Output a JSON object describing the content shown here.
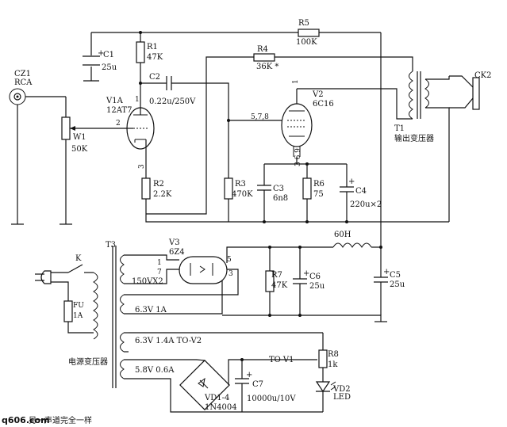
{
  "components": {
    "cz1": {
      "ref": "CZ1",
      "type": "RCA"
    },
    "c1": {
      "ref": "C1",
      "value": "25u",
      "polarity": "+"
    },
    "r1": {
      "ref": "R1",
      "value": "47K"
    },
    "r5": {
      "ref": "R5",
      "value": "100K"
    },
    "r4": {
      "ref": "R4",
      "value": "36K *"
    },
    "c2": {
      "ref": "C2",
      "value": "0.22u/250V"
    },
    "v1a": {
      "ref": "V1A",
      "value": "12AT7",
      "pin_plate": "1",
      "pin_grid": "2",
      "pin_cathode": "3"
    },
    "w1": {
      "ref": "W1",
      "value": "50K"
    },
    "r2": {
      "ref": "R2",
      "value": "2.2K"
    },
    "r3": {
      "ref": "R3",
      "value": "470K"
    },
    "v2": {
      "ref": "V2",
      "value": "6C16",
      "pin_plate": "1",
      "pin_grid": "5,7,8",
      "pin_cathode": "3 6 9"
    },
    "c3": {
      "ref": "C3",
      "value": "6n8"
    },
    "r6": {
      "ref": "R6",
      "value": "75"
    },
    "c4": {
      "ref": "C4",
      "value": "220u×2",
      "polarity": "+"
    },
    "t1": {
      "ref": "T1",
      "desc": "输出变压器"
    },
    "ck2": {
      "ref": "CK2"
    },
    "t3": {
      "ref": "T3",
      "desc": "电源变压器",
      "w_hv": "150VX2",
      "w_fil1": "6.3V 1A",
      "w_fil2": "6.3V 1.4A  TO-V2",
      "w_led": "5.8V 0.6A"
    },
    "k": {
      "ref": "K"
    },
    "fu": {
      "ref": "FU",
      "value": "1A"
    },
    "v3": {
      "ref": "V3",
      "value": "6Z4",
      "pin_a": "1",
      "pin_b": "7",
      "pin_c": "5",
      "pin_d": "3"
    },
    "l60": {
      "ref": "60H"
    },
    "r7": {
      "ref": "R7",
      "value": "47K"
    },
    "c6": {
      "ref": "C6",
      "value": "25u",
      "polarity": "+"
    },
    "c5": {
      "ref": "C5",
      "value": "25u",
      "polarity": "+"
    },
    "to_v1": {
      "text": "TO-V1"
    },
    "c7": {
      "ref": "C7",
      "value": "10000u/10V",
      "polarity": "+"
    },
    "vd14": {
      "ref": "VD1-4",
      "value": "1N4004"
    },
    "r8": {
      "ref": "R8",
      "value": "1k"
    },
    "vd2": {
      "ref": "VD2",
      "value": "LED"
    }
  },
  "footer": {
    "watermark": "q606.com",
    "note": "另一声道完全一样"
  }
}
